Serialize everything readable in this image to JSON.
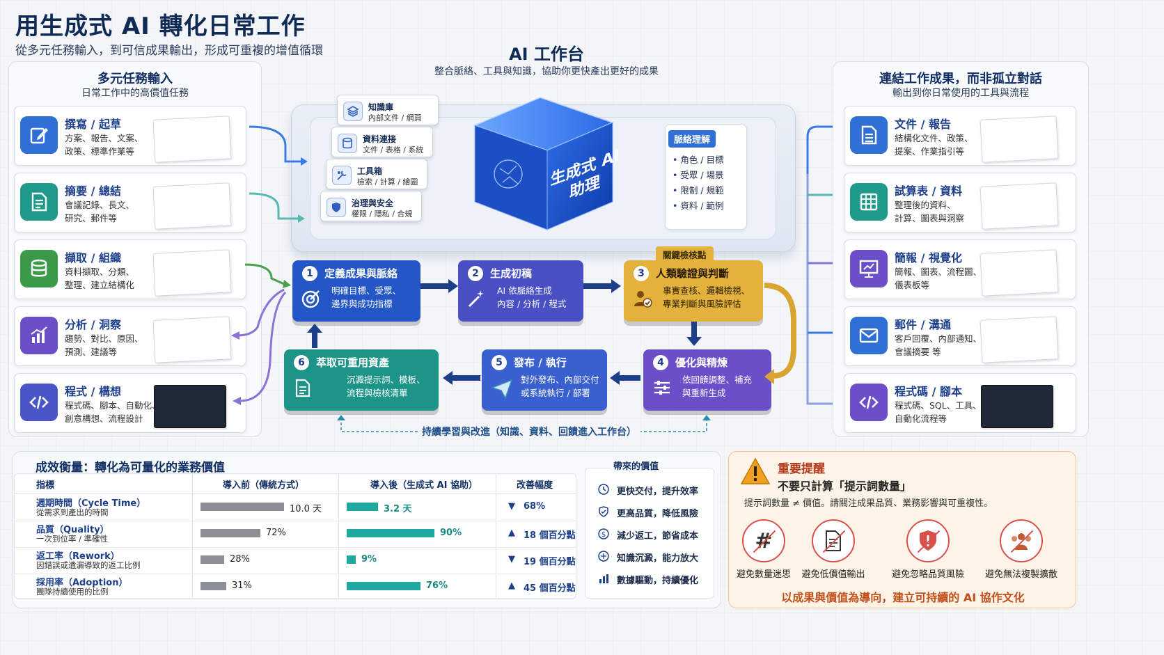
{
  "header": {
    "title": "用生成式 AI 轉化日常工作",
    "subtitle": "從多元任務輸入，到可信成果輸出，形成可重複的增值循環"
  },
  "left_panel": {
    "title": "多元任務輸入",
    "subtitle": "日常工作中的高價值任務",
    "items": [
      {
        "title": "撰寫 / 起草",
        "desc": "方案、報告、文案、\n政策、標準作業等",
        "icon": "edit-icon",
        "color": "#2f6fd6"
      },
      {
        "title": "摘要 / 總結",
        "desc": "會議記錄、長文、\n研究、郵件等",
        "icon": "summary-doc-icon",
        "color": "#1f9a8a"
      },
      {
        "title": "擷取 / 組織",
        "desc": "資料擷取、分類、\n整理、建立結構化",
        "icon": "database-icon",
        "color": "#3a9a4a"
      },
      {
        "title": "分析 / 洞察",
        "desc": "趨勢、對比、原因、\n預測、建議等",
        "icon": "bar-chart-icon",
        "color": "#6a4fc8"
      },
      {
        "title": "程式 / 構想",
        "desc": "程式碼、腳本、自動化、\n創意構想、流程設計",
        "icon": "code-icon",
        "color": "#4a55c8"
      }
    ]
  },
  "center": {
    "title": "AI 工作台",
    "subtitle": "整合脈絡、工具與知識，協助你更快產出更好的成果",
    "cube_label": "生成式 AI\n助理",
    "sources": [
      {
        "title": "知識庫",
        "desc": "內部文件 / 網頁",
        "icon": "stack-icon"
      },
      {
        "title": "資料連接",
        "desc": "文件 / 表格 / 系統",
        "icon": "database-icon"
      },
      {
        "title": "工具箱",
        "desc": "檢索 / 計算 / 繪圖",
        "icon": "tools-icon"
      },
      {
        "title": "治理與安全",
        "desc": "權限 / 隱私 / 合規",
        "icon": "shield-icon"
      }
    ],
    "context": {
      "title": "脈絡理解",
      "items": [
        "角色 / 目標",
        "受眾 / 場景",
        "限制 / 規範",
        "資料 / 範例"
      ]
    }
  },
  "flow": {
    "checkpoint": "關鍵檢核點",
    "steps": [
      {
        "num": "1",
        "title": "定義成果與脈絡",
        "desc": "明確目標、受眾、\n邊界與成功指標",
        "color": "#2457c5",
        "icon": "target-icon"
      },
      {
        "num": "2",
        "title": "生成初稿",
        "desc": "AI 依脈絡生成\n內容 / 分析 / 程式",
        "color": "#4a4fc4",
        "icon": "magic-wand-icon"
      },
      {
        "num": "3",
        "title": "人類驗證與判斷",
        "desc": "事實查核、邏輯檢視、\n專業判斷與風險評估",
        "color": "#e3b23c",
        "icon": "person-check-icon"
      },
      {
        "num": "4",
        "title": "優化與精煉",
        "desc": "依回饋調整、補充\n與重新生成",
        "color": "#6a4fc8",
        "icon": "sliders-icon"
      },
      {
        "num": "5",
        "title": "發布 / 執行",
        "desc": "對外發布、內部交付\n或系統執行 / 部署",
        "color": "#3a5fcf",
        "icon": "send-icon"
      },
      {
        "num": "6",
        "title": "萃取可重用資產",
        "desc": "沉澱提示詞、模板、\n流程與檢核清單",
        "color": "#1d9488",
        "icon": "document-icon"
      }
    ],
    "loop_label": "持續學習與改進（知識、資料、回饋進入工作台）"
  },
  "right_panel": {
    "title": "連結工作成果，而非孤立對話",
    "subtitle": "輸出到你日常使用的工具與流程",
    "items": [
      {
        "title": "文件 / 報告",
        "desc": "結構化文件、政策、\n提案、作業指引等",
        "icon": "document-icon",
        "color": "#2f6fd6"
      },
      {
        "title": "試算表 / 資料",
        "desc": "整理後的資料、\n計算、圖表與洞察",
        "icon": "spreadsheet-icon",
        "color": "#1f9a8a"
      },
      {
        "title": "簡報 / 視覺化",
        "desc": "簡報、圖表、流程圖、\n儀表板等",
        "icon": "presentation-icon",
        "color": "#6a4fc8"
      },
      {
        "title": "郵件 / 溝通",
        "desc": "客戶回覆、內部通知、\n會議摘要 等",
        "icon": "mail-icon",
        "color": "#2f6fd6"
      },
      {
        "title": "程式碼 / 腳本",
        "desc": "程式碼、SQL、工具、\n自動化流程等",
        "icon": "code-icon",
        "color": "#6a4fc8"
      }
    ]
  },
  "metrics": {
    "title": "成效衡量：轉化為可量化的業務價值",
    "headers": [
      "指標",
      "導入前（傳統方式）",
      "導入後（生成式 AI 協助）",
      "改善幅度"
    ],
    "rows": [
      {
        "name": "週期時間（Cycle Time）",
        "sub": "從需求到產出的時間",
        "before": "10.0 天",
        "before_frac": 1.0,
        "after": "3.2 天",
        "after_frac": 0.32,
        "dir": "▼",
        "change": "68%"
      },
      {
        "name": "品質（Quality）",
        "sub": "一次到位率 / 準確性",
        "before": "72%",
        "before_frac": 0.72,
        "after": "90%",
        "after_frac": 0.9,
        "dir": "▲",
        "change": "18 個百分點"
      },
      {
        "name": "返工率（Rework）",
        "sub": "因錯誤或遺漏導致的返工比例",
        "before": "28%",
        "before_frac": 0.28,
        "after": "9%",
        "after_frac": 0.09,
        "dir": "▼",
        "change": "19 個百分點"
      },
      {
        "name": "採用率（Adoption）",
        "sub": "團隊持續使用的比例",
        "before": "31%",
        "before_frac": 0.31,
        "after": "76%",
        "after_frac": 0.76,
        "dir": "▲",
        "change": "45 個百分點"
      }
    ],
    "colors": {
      "before": "#8c8f95",
      "after": "#1fa8a0"
    },
    "value_title": "帶來的價值",
    "values": [
      {
        "label": "更快交付，提升效率",
        "icon": "clock-icon"
      },
      {
        "label": "更高品質，降低風險",
        "icon": "shield-check-icon"
      },
      {
        "label": "減少返工，節省成本",
        "icon": "coin-icon"
      },
      {
        "label": "知識沉澱，能力放大",
        "icon": "brain-icon"
      },
      {
        "label": "數據驅動，持續優化",
        "icon": "chart-icon"
      }
    ]
  },
  "reminder": {
    "title": "重要提醒",
    "headline": "不要只計算「提示詞數量」",
    "body": "提示詞數量 ≠ 價值。請關注成果品質、業務影響與可重複性。",
    "avoid": [
      {
        "label": "避免數量迷思",
        "icon": "hash-icon"
      },
      {
        "label": "避免低價值輸出",
        "icon": "low-value-doc-icon"
      },
      {
        "label": "避免忽略品質風險",
        "icon": "risk-shield-icon"
      },
      {
        "label": "避免無法複製擴散",
        "icon": "group-icon"
      }
    ],
    "footer": "以成果與價值為導向，建立可持續的 AI 協作文化"
  }
}
